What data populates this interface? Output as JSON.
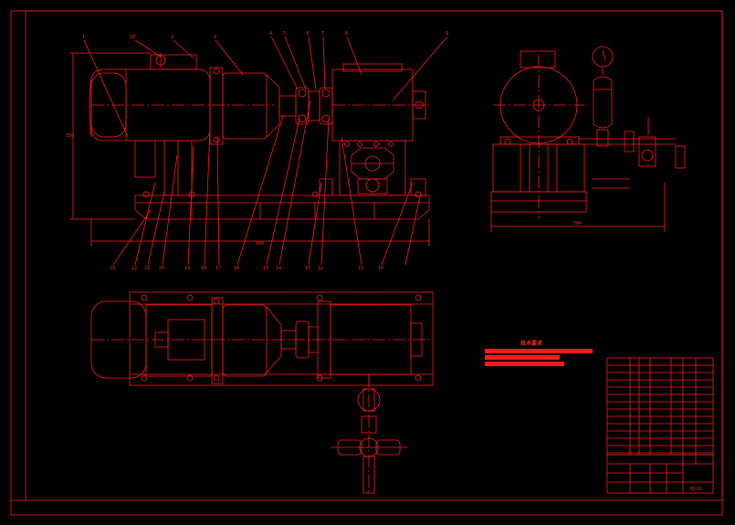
{
  "drawing": {
    "line_color": "#ff1a1a",
    "background": "#000000",
    "front_view_callouts": [
      "1",
      "20",
      "2",
      "3",
      "4",
      "5",
      "6",
      "7",
      "8",
      "9"
    ],
    "front_view_bottom_callouts": [
      "23",
      "22",
      "21",
      "20",
      "19",
      "18",
      "17",
      "16",
      "15",
      "14",
      "13",
      "12",
      "11",
      "10"
    ],
    "dimension_overall_length": "900",
    "dimension_height": "350",
    "dimension_side_width": "500",
    "tech_notes_title": "技术要求",
    "title_block_drawing_no": "BJ-01"
  }
}
